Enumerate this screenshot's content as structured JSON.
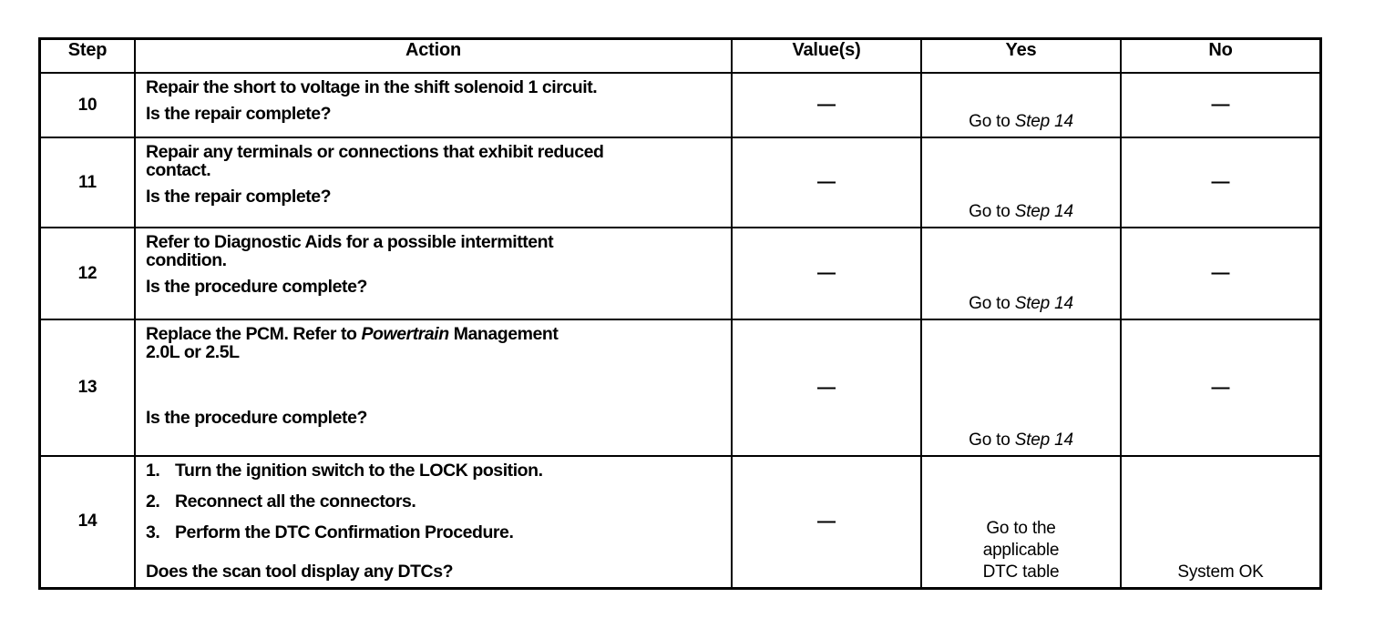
{
  "table": {
    "name": "diagnostic-step-table",
    "headers": {
      "step": "Step",
      "action": "Action",
      "value": "Value(s)",
      "yes": "Yes",
      "no": "No"
    },
    "dash": "—",
    "rows": [
      {
        "step": "10",
        "action": {
          "line1": "Repair the short to voltage in the shift solenoid 1 circuit.",
          "line2": "Is the repair complete?"
        },
        "value": "—",
        "yes": {
          "prefix": "Go to ",
          "emphasis": "Step 14"
        },
        "no": "—"
      },
      {
        "step": "11",
        "action": {
          "line1": "Repair any terminals or connections that exhibit reduced",
          "line2": "contact.",
          "line3": "Is the repair complete?"
        },
        "value": "—",
        "yes": {
          "prefix": "Go to ",
          "emphasis": "Step 14"
        },
        "no": "—"
      },
      {
        "step": "12",
        "action": {
          "line1": "Refer to Diagnostic Aids for a possible intermittent",
          "line2": "condition.",
          "line3": "Is the procedure complete?"
        },
        "value": "—",
        "yes": {
          "prefix": "Go to ",
          "emphasis": "Step 14"
        },
        "no": "—"
      },
      {
        "step": "13",
        "action": {
          "line1_pre": "Replace the PCM. Refer to ",
          "line1_em": "Powertrain",
          "line1_post": " Management",
          "line2": "2.0L  or  2.5L",
          "line3": "Is the procedure complete?"
        },
        "value": "—",
        "yes": {
          "prefix": "Go to ",
          "emphasis": "Step 14"
        },
        "no": "—"
      },
      {
        "step": "14",
        "action": {
          "items": [
            {
              "num": "1.",
              "text": "Turn the ignition switch to the LOCK position."
            },
            {
              "num": "2.",
              "text": "Reconnect all the connectors."
            },
            {
              "num": "3.",
              "text": "Perform the DTC Confirmation Procedure."
            }
          ],
          "question": "Does the scan tool display any DTCs?"
        },
        "value": "—",
        "yes_lines": [
          "Go to the",
          "applicable",
          "DTC table"
        ],
        "no": "System OK"
      }
    ]
  },
  "colors": {
    "ink": "#000000",
    "paper": "#ffffff"
  }
}
